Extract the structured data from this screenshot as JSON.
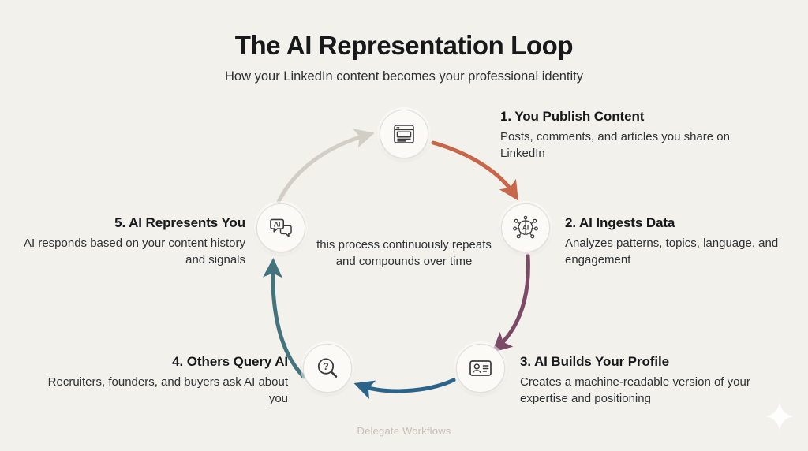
{
  "header": {
    "title": "The AI Representation Loop",
    "subtitle": "How your LinkedIn content becomes your professional identity"
  },
  "center_caption": "this process continuously repeats and compounds over time",
  "footer": {
    "watermark": "Delegate Workflows"
  },
  "steps": [
    {
      "id": "step-1",
      "title": "1. You Publish Content",
      "description": "Posts, comments, and articles you share on LinkedIn",
      "icon": "article-window-icon",
      "align": "left"
    },
    {
      "id": "step-2",
      "title": "2. AI Ingests Data",
      "description": "Analyzes patterns, topics, language, and engagement",
      "icon": "ai-brain-network-icon",
      "align": "left"
    },
    {
      "id": "step-3",
      "title": "3. AI Builds Your Profile",
      "description": "Creates a machine-readable version of your expertise and positioning",
      "icon": "id-card-icon",
      "align": "left"
    },
    {
      "id": "step-4",
      "title": "4. Others Query AI",
      "description": "Recruiters, founders, and buyers ask AI about you",
      "icon": "magnifier-question-icon",
      "align": "right"
    },
    {
      "id": "step-5",
      "title": "5. AI Represents You",
      "description": "AI responds based on your content history and signals",
      "icon": "ai-chat-bubbles-icon",
      "align": "right"
    }
  ],
  "node_icon_labels": {
    "ingest": "AI",
    "represent": "AI",
    "query": "?"
  },
  "arrows": [
    {
      "name": "arrow-publish-to-ingest",
      "from": "1",
      "to": "2",
      "color": "#c8664a"
    },
    {
      "name": "arrow-ingest-to-profile",
      "from": "2",
      "to": "3",
      "color": "#7a4a66"
    },
    {
      "name": "arrow-profile-to-query",
      "from": "3",
      "to": "4",
      "color": "#2c6489"
    },
    {
      "name": "arrow-query-to-represent",
      "from": "4",
      "to": "5",
      "color": "#44737d"
    },
    {
      "name": "arrow-represent-to-publish",
      "from": "5",
      "to": "1",
      "color": "#d3cec5"
    }
  ],
  "colors": {
    "background": "#f2f1ec",
    "node_fill": "#fbfaf7",
    "node_border": "#e2ded5",
    "title_text": "#16181a",
    "body_text": "#2f3235",
    "watermark": "#c2bfb7",
    "icon_stroke": "#3a3a3a"
  }
}
